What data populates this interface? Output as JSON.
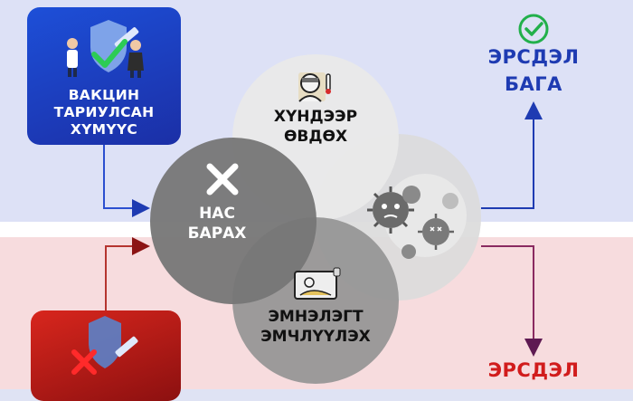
{
  "cards": {
    "vaccinated": {
      "lines": [
        "ВАКЦИН",
        "ТАРИУЛСАН",
        "ХҮМҮҮС"
      ],
      "color": "#1b3fc8"
    },
    "unvaccinated": {
      "color": "#c4191b"
    }
  },
  "outcomes": {
    "severe": {
      "lines": [
        "ХҮНДЭЭР",
        "ӨВДӨХ"
      ]
    },
    "death": {
      "lines": [
        "НАС",
        "БАРАХ"
      ]
    },
    "hospital": {
      "lines": [
        "ЭМНЭЛЭГТ",
        "ЭМЧЛҮҮЛЭХ"
      ]
    },
    "infection": {
      "icon": "virus-icon"
    }
  },
  "risk": {
    "low": {
      "lines": [
        "ЭРСДЭЛ",
        "БАГА"
      ],
      "color": "#1e3bb2"
    },
    "high": {
      "lines": [
        "ЭРСДЭЛ"
      ],
      "color": "#d11c1c"
    }
  },
  "colors": {
    "top_band": "#dde1f6",
    "bottom_band": "#f7dcde",
    "check": "#22b04b"
  }
}
